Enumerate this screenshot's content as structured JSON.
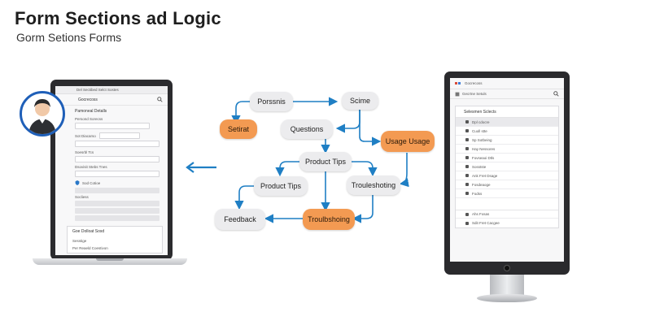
{
  "title": "Form Sections ad Logic",
  "subtitle": "Gorm Setions Forms",
  "colors": {
    "accent_blue": "#1f7fc4",
    "node_orange": "#f39a52",
    "node_gray": "#ececee",
    "avatar_ring": "#1f5fb8"
  },
  "laptop": {
    "tab": "Del Sectibed Selct Sostes",
    "search_label": "Gocrecoss",
    "section_title": "Pamoneal Detalls",
    "rows": [
      "Persond Sorecss",
      "Sot Diacarso",
      "Soesrbl Tcs",
      "Dsovisit Stebs Tnes",
      "Sod Cotioe",
      "Socliess"
    ],
    "panel_title": "Goe Dolloat Sosd",
    "panel_rows": [
      "Sesstige",
      "Per Reaeld Coestivon"
    ]
  },
  "diagram": {
    "nodes": [
      {
        "id": "persons",
        "label": "Porssnis",
        "style": "gray"
      },
      {
        "id": "scime",
        "label": "Scime",
        "style": "gray"
      },
      {
        "id": "setirat",
        "label": "Setirat",
        "style": "orange"
      },
      {
        "id": "questions",
        "label": "Questions",
        "style": "gray"
      },
      {
        "id": "usage",
        "label": "Usage Usage",
        "style": "orange"
      },
      {
        "id": "product-tips-1",
        "label": "Product Tips",
        "style": "gray"
      },
      {
        "id": "product-tips-2",
        "label": "Product Tips",
        "style": "gray"
      },
      {
        "id": "troubleshoting-1",
        "label": "Trouleshoting",
        "style": "gray"
      },
      {
        "id": "feedback",
        "label": "Feedback",
        "style": "gray"
      },
      {
        "id": "troubleshoting-2",
        "label": "Troulbshoing",
        "style": "orange"
      }
    ]
  },
  "monitor": {
    "search_label": "Gocrecoss",
    "tab": "Gecrtne Setuls",
    "header": "Selesmen Sclects",
    "items": [
      "Dpl cdocre",
      "Cuoll stte",
      "Sp Sotbeing",
      "Hay Nessores",
      "Fovseaoi Dtls",
      "Sosstste",
      "Ank Fret Dsage",
      "Fosdeaoge",
      "Fodss"
    ],
    "footer_items": [
      "Ahs Fosas",
      "Sdit Fret Cacgee"
    ]
  }
}
